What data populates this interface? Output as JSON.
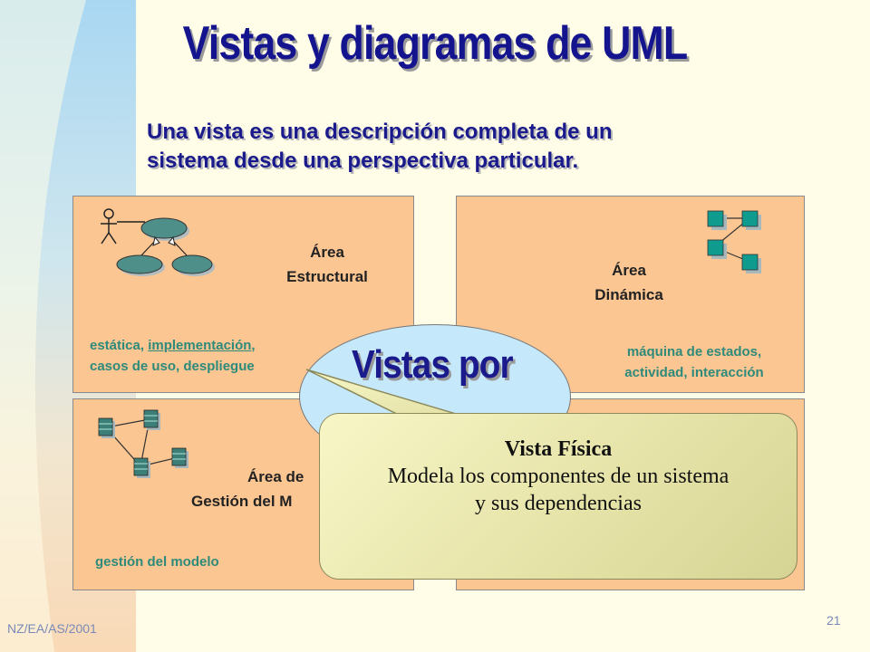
{
  "slide": {
    "title": "Vistas y diagramas de UML",
    "subtitle_lines": [
      "Una vista es una descripción completa de un",
      "sistema desde una perspectiva particular."
    ],
    "footer_left": "NZ/EA/AS/2001",
    "page_number": "21"
  },
  "panels": {
    "structural": {
      "title_lines": [
        "Área",
        "Estructural"
      ],
      "desc_line1_pre": "estática, ",
      "desc_line1_link": "implementación",
      "desc_line1_post": ",",
      "desc_line2": "casos de uso, despliegue",
      "icon": "use-case-diagram-icon"
    },
    "dynamic": {
      "title_lines": [
        "Área",
        "Dinámica"
      ],
      "desc_lines": [
        "máquina de estados,",
        "actividad, interacción"
      ],
      "icon": "state-network-icon"
    },
    "model": {
      "title_lines": [
        "Área de",
        "Gestión del M"
      ],
      "desc": "gestión del modelo",
      "icon": "component-network-icon"
    }
  },
  "center": {
    "label": "Vistas por"
  },
  "callout": {
    "title": "Vista Física",
    "desc_lines": [
      "Modela los componentes de un sistema",
      "y sus dependencias"
    ]
  },
  "colors": {
    "title": "#14148f",
    "panel": "#fcc693",
    "green_text": "#2e8a7a",
    "circle": "#c6e8fb",
    "callout": "#f8f6c6"
  }
}
